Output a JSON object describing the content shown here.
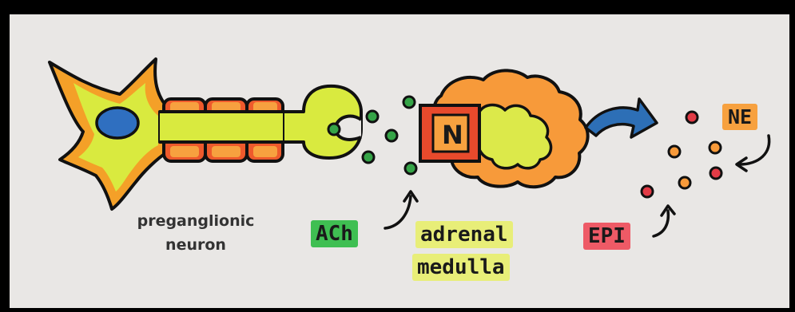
{
  "labels": {
    "preganglionic_line1": "preganglionic",
    "preganglionic_line2": "neuron",
    "ach": "ACh",
    "adrenal": "adrenal",
    "medulla": "medulla",
    "receptor": "N",
    "epi": "EPI",
    "ne": "NE"
  },
  "colors": {
    "neuron_fill": "#d9ea3f",
    "neuron_outline": "#f4a028",
    "nucleus": "#2f6fc0",
    "myelin": "#ee5a2c",
    "ach_molecule": "#35a447",
    "adrenal_outer": "#f79a3a",
    "adrenal_inner": "#dce94a",
    "receptor": "#e84a2c",
    "arrow": "#2d6fb6",
    "epi_molecule": "#e23b46",
    "ne_molecule": "#f79a3a"
  }
}
